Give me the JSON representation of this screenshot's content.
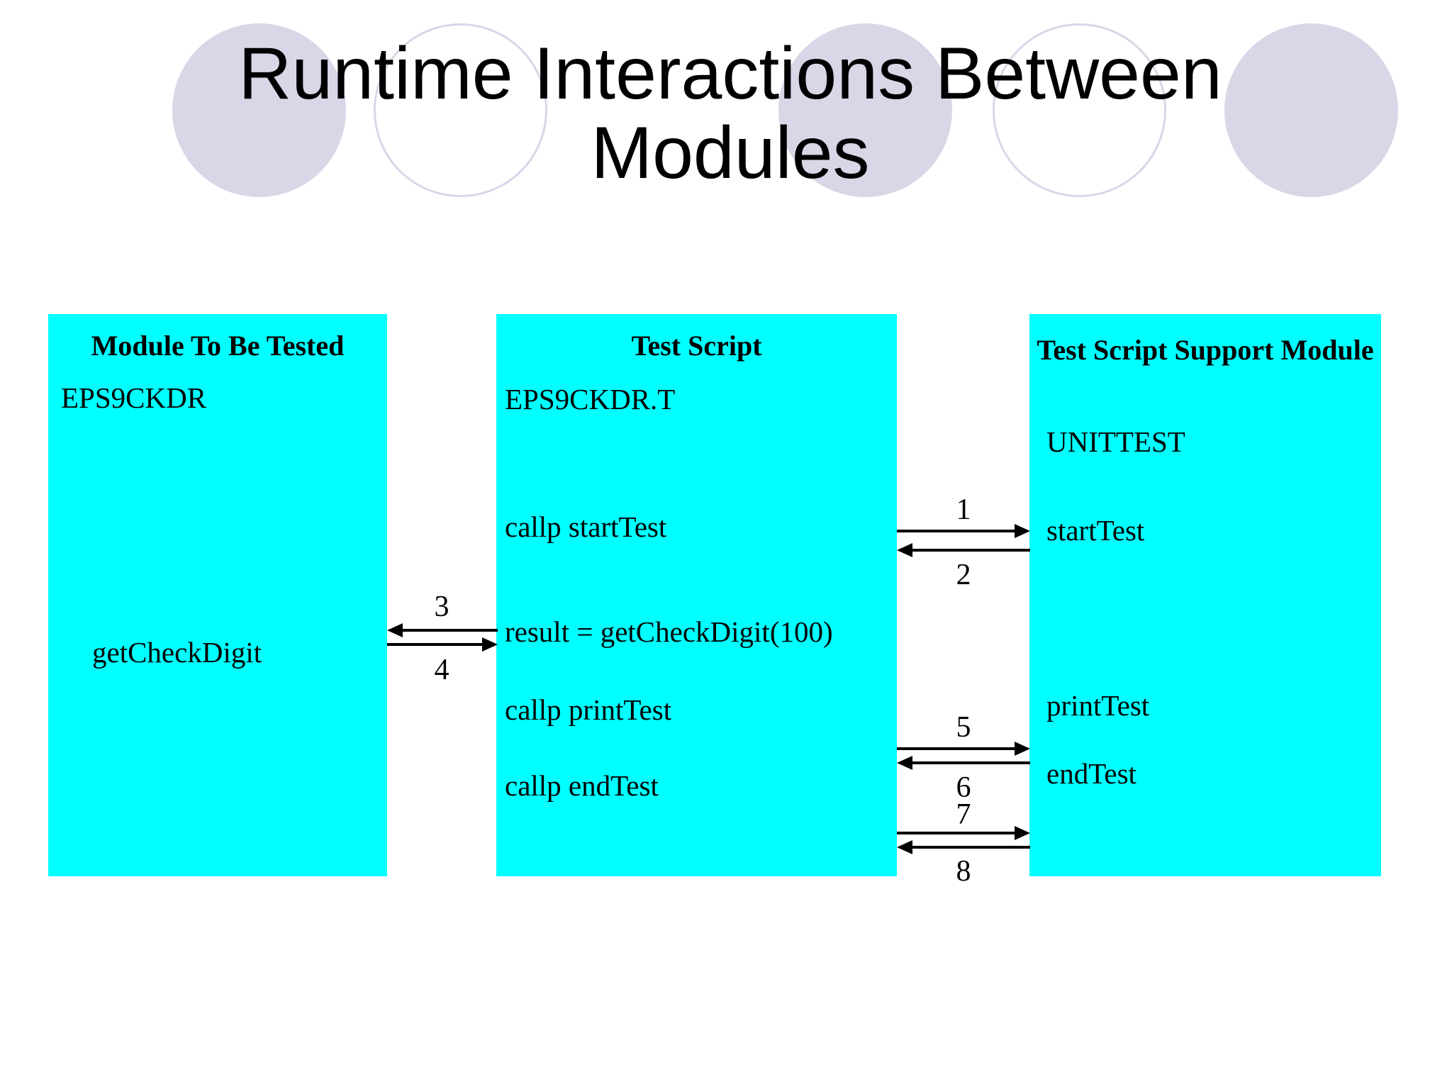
{
  "slide": {
    "title": "Runtime Interactions Between\nModules",
    "background_color": "#ffffff",
    "box_color": "#00ffff",
    "decoration_color": "#d7d7e8",
    "text_color": "#000000"
  },
  "boxes": {
    "module_under_test": {
      "title": "Module To Be Tested",
      "name": "EPS9CKDR",
      "function": "getCheckDigit"
    },
    "test_script": {
      "title": "Test Script",
      "name": "EPS9CKDR.T",
      "line1": "callp startTest",
      "line2": "result = getCheckDigit(100)",
      "line3": "callp printTest",
      "line4": "callp endTest"
    },
    "support_module": {
      "title": "Test Script Support Module",
      "name": "UNITTEST",
      "line1": "startTest",
      "line2": "printTest",
      "line3": "endTest"
    }
  },
  "arrows": [
    {
      "label": "1",
      "direction": "right",
      "from": "test_script",
      "to": "support_module"
    },
    {
      "label": "2",
      "direction": "left",
      "from": "support_module",
      "to": "test_script"
    },
    {
      "label": "3",
      "direction": "left",
      "from": "test_script",
      "to": "module_under_test"
    },
    {
      "label": "4",
      "direction": "right",
      "from": "module_under_test",
      "to": "test_script"
    },
    {
      "label": "5",
      "direction": "right",
      "from": "test_script",
      "to": "support_module"
    },
    {
      "label": "6",
      "direction": "left",
      "from": "support_module",
      "to": "test_script"
    },
    {
      "label": "7",
      "direction": "right",
      "from": "test_script",
      "to": "support_module"
    },
    {
      "label": "8",
      "direction": "left",
      "from": "support_module",
      "to": "test_script"
    }
  ],
  "decorations": [
    {
      "name": "circle-1",
      "style": "filled"
    },
    {
      "name": "circle-2",
      "style": "outline"
    },
    {
      "name": "circle-3",
      "style": "filled"
    },
    {
      "name": "circle-4",
      "style": "outline"
    },
    {
      "name": "circle-5",
      "style": "filled"
    }
  ]
}
